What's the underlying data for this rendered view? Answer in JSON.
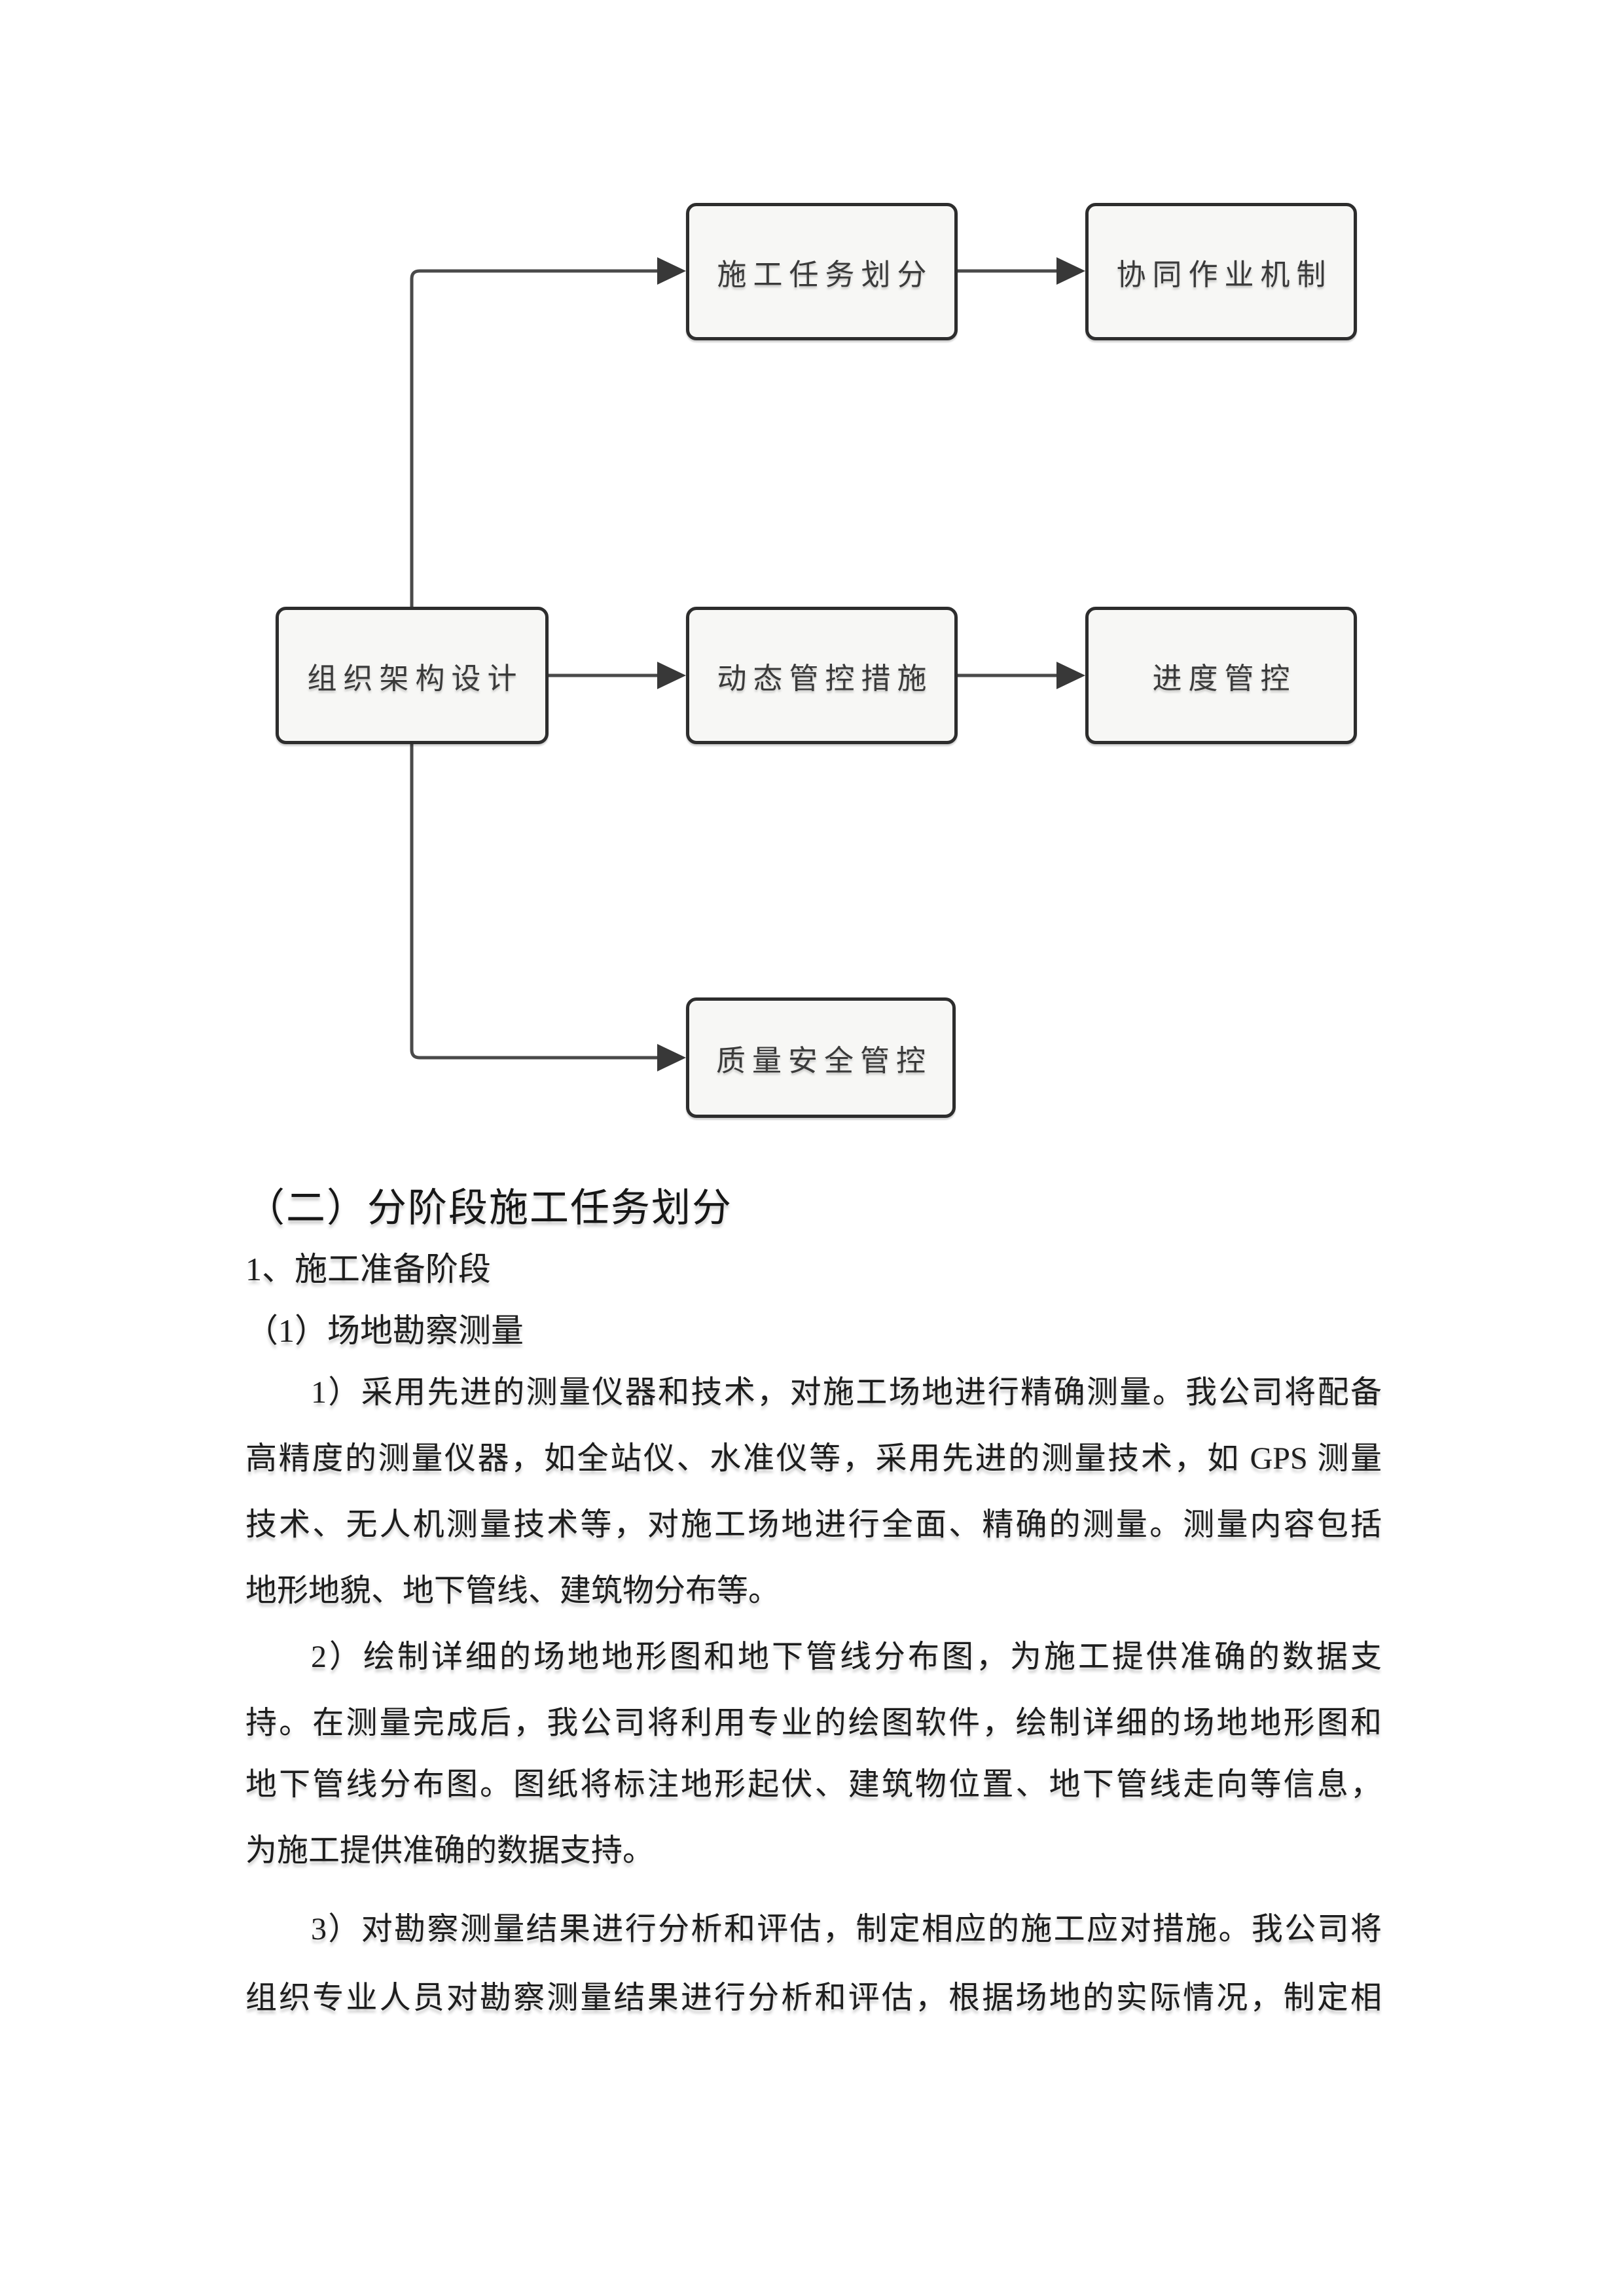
{
  "diagram": {
    "boxes": [
      {
        "id": "org",
        "label": "组织架构设计"
      },
      {
        "id": "task",
        "label": "施工任务划分"
      },
      {
        "id": "collab",
        "label": "协同作业机制"
      },
      {
        "id": "dynamic",
        "label": "动态管控措施"
      },
      {
        "id": "progress",
        "label": "进度管控"
      },
      {
        "id": "quality",
        "label": "质量安全管控"
      }
    ],
    "colors": {
      "box_border": "#2d2d2d",
      "box_fill": "#f7f7f5",
      "connector": "#4a4a4a",
      "arrowhead": "#383838",
      "label_text": "#3a3a3a"
    }
  },
  "headings": {
    "section": "（二）分阶段施工任务划分",
    "sub1": "1、施工准备阶段",
    "sub2": "（1）场地勘察测量"
  },
  "paragraphs": {
    "p1": {
      "lines": [
        "1）采用先进的测量仪器和技术，对施工场地进行精确测量。我公司将配备",
        "高精度的测量仪器，如全站仪、水准仪等，采用先进的测量技术，如 GPS 测量",
        "技术、无人机测量技术等，对施工场地进行全面、精确的测量。测量内容包括",
        "地形地貌、地下管线、建筑物分布等。"
      ]
    },
    "p2": {
      "lines": [
        "2）绘制详细的场地地形图和地下管线分布图，为施工提供准确的数据支",
        "持。在测量完成后，我公司将利用专业的绘图软件，绘制详细的场地地形图和",
        "地下管线分布图。图纸将标注地形起伏、建筑物位置、地下管线走向等信息，",
        "为施工提供准确的数据支持。"
      ]
    },
    "p3": {
      "lines": [
        "3）对勘察测量结果进行分析和评估，制定相应的施工应对措施。我公司将",
        "组织专业人员对勘察测量结果进行分析和评估，根据场地的实际情况，制定相"
      ]
    }
  }
}
